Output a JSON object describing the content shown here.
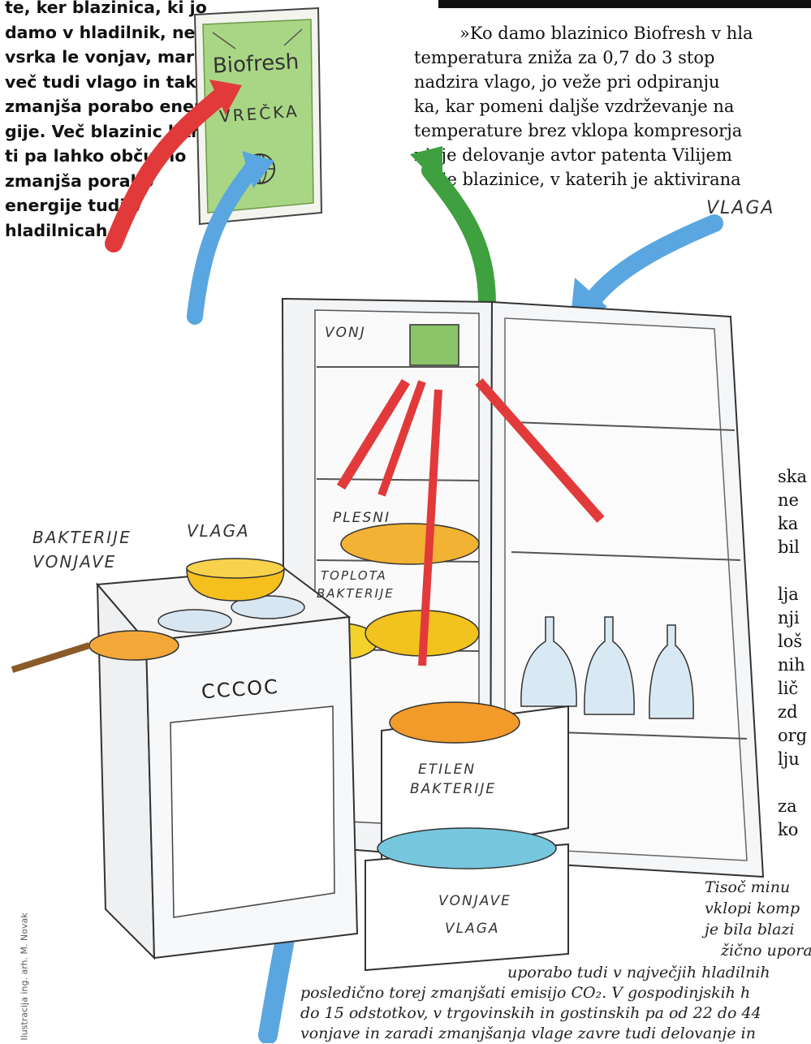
{
  "left_bold_text": [
    "te, ker blazinica, ki jo",
    "damo v hladilnik, ne",
    "vsrka le vonjav, mar-",
    "več tudi vlago in tako",
    "zmanjša porabo ener-",
    "gije. Več blazinic hkra-",
    "ti pa lahko občutno",
    "zmanjša porabo",
    "energije tudi v",
    "hladilnicah."
  ],
  "intro_text": [
    "»Ko damo blazinico Biofresh v hla",
    "temperatura zniža za 0,7 do 3 stop",
    "nadzira vlago, jo veže pri odpiranju",
    "ka, kar pomeni daljše vzdrževanje na",
    "temperature brez vklopa kompresorja",
    "njuje delovanje avtor patenta Vilijem",
    "je blazinice, v katerih je aktivirana"
  ],
  "bag": {
    "line1": "Biofresh",
    "line2": "VREČKA"
  },
  "labels": {
    "vlaga_top": "VLAGA",
    "bakterije_vonjave_1": "BAKTERIJE",
    "bakterije_vonjave_2": "VONJAVE",
    "vlaga_stove": "VLAGA",
    "vonj": "VONJ",
    "plesni": "PLESNI",
    "toplota": "TOPLOTA",
    "bakterije_mid": "BAKTERIJE",
    "etilen": "ETILEN",
    "bakterije_drawer": "BAKTERIJE",
    "vonjave_drawer": "VONJAVE",
    "vlaga_drawer": "VLAGA"
  },
  "stove_knobs": "CCCOC",
  "right_fragments": [
    "ska",
    "ne",
    "ka",
    "bil",
    "",
    "lja",
    "nji",
    "loš",
    "nih",
    "lič",
    "zd",
    "org",
    "lju",
    "",
    "za",
    "ko"
  ],
  "caption_lines": [
    "Tisoč minu",
    "vklopi komp",
    "je bila blazi",
    "žično upora"
  ],
  "bottom_lines": [
    "uporabo tudi v največjih hladilnih",
    "posledično torej zmanjšati emisijo CO₂. V  gospodinjskih h",
    "do 15 odstotkov, v trgovinskih in gostinskih pa od 22 do 44",
    "vonjave in zaradi zmanjšanja vlage zavre tudi delovanje in"
  ],
  "credit": "Ilustracija ing. arh. M. Novak",
  "colors": {
    "red_arrow": "#e23a3a",
    "blue_arrow": "#5aa6e0",
    "green_arrow": "#3ea03e",
    "bag_green": "#8cc46a"
  }
}
